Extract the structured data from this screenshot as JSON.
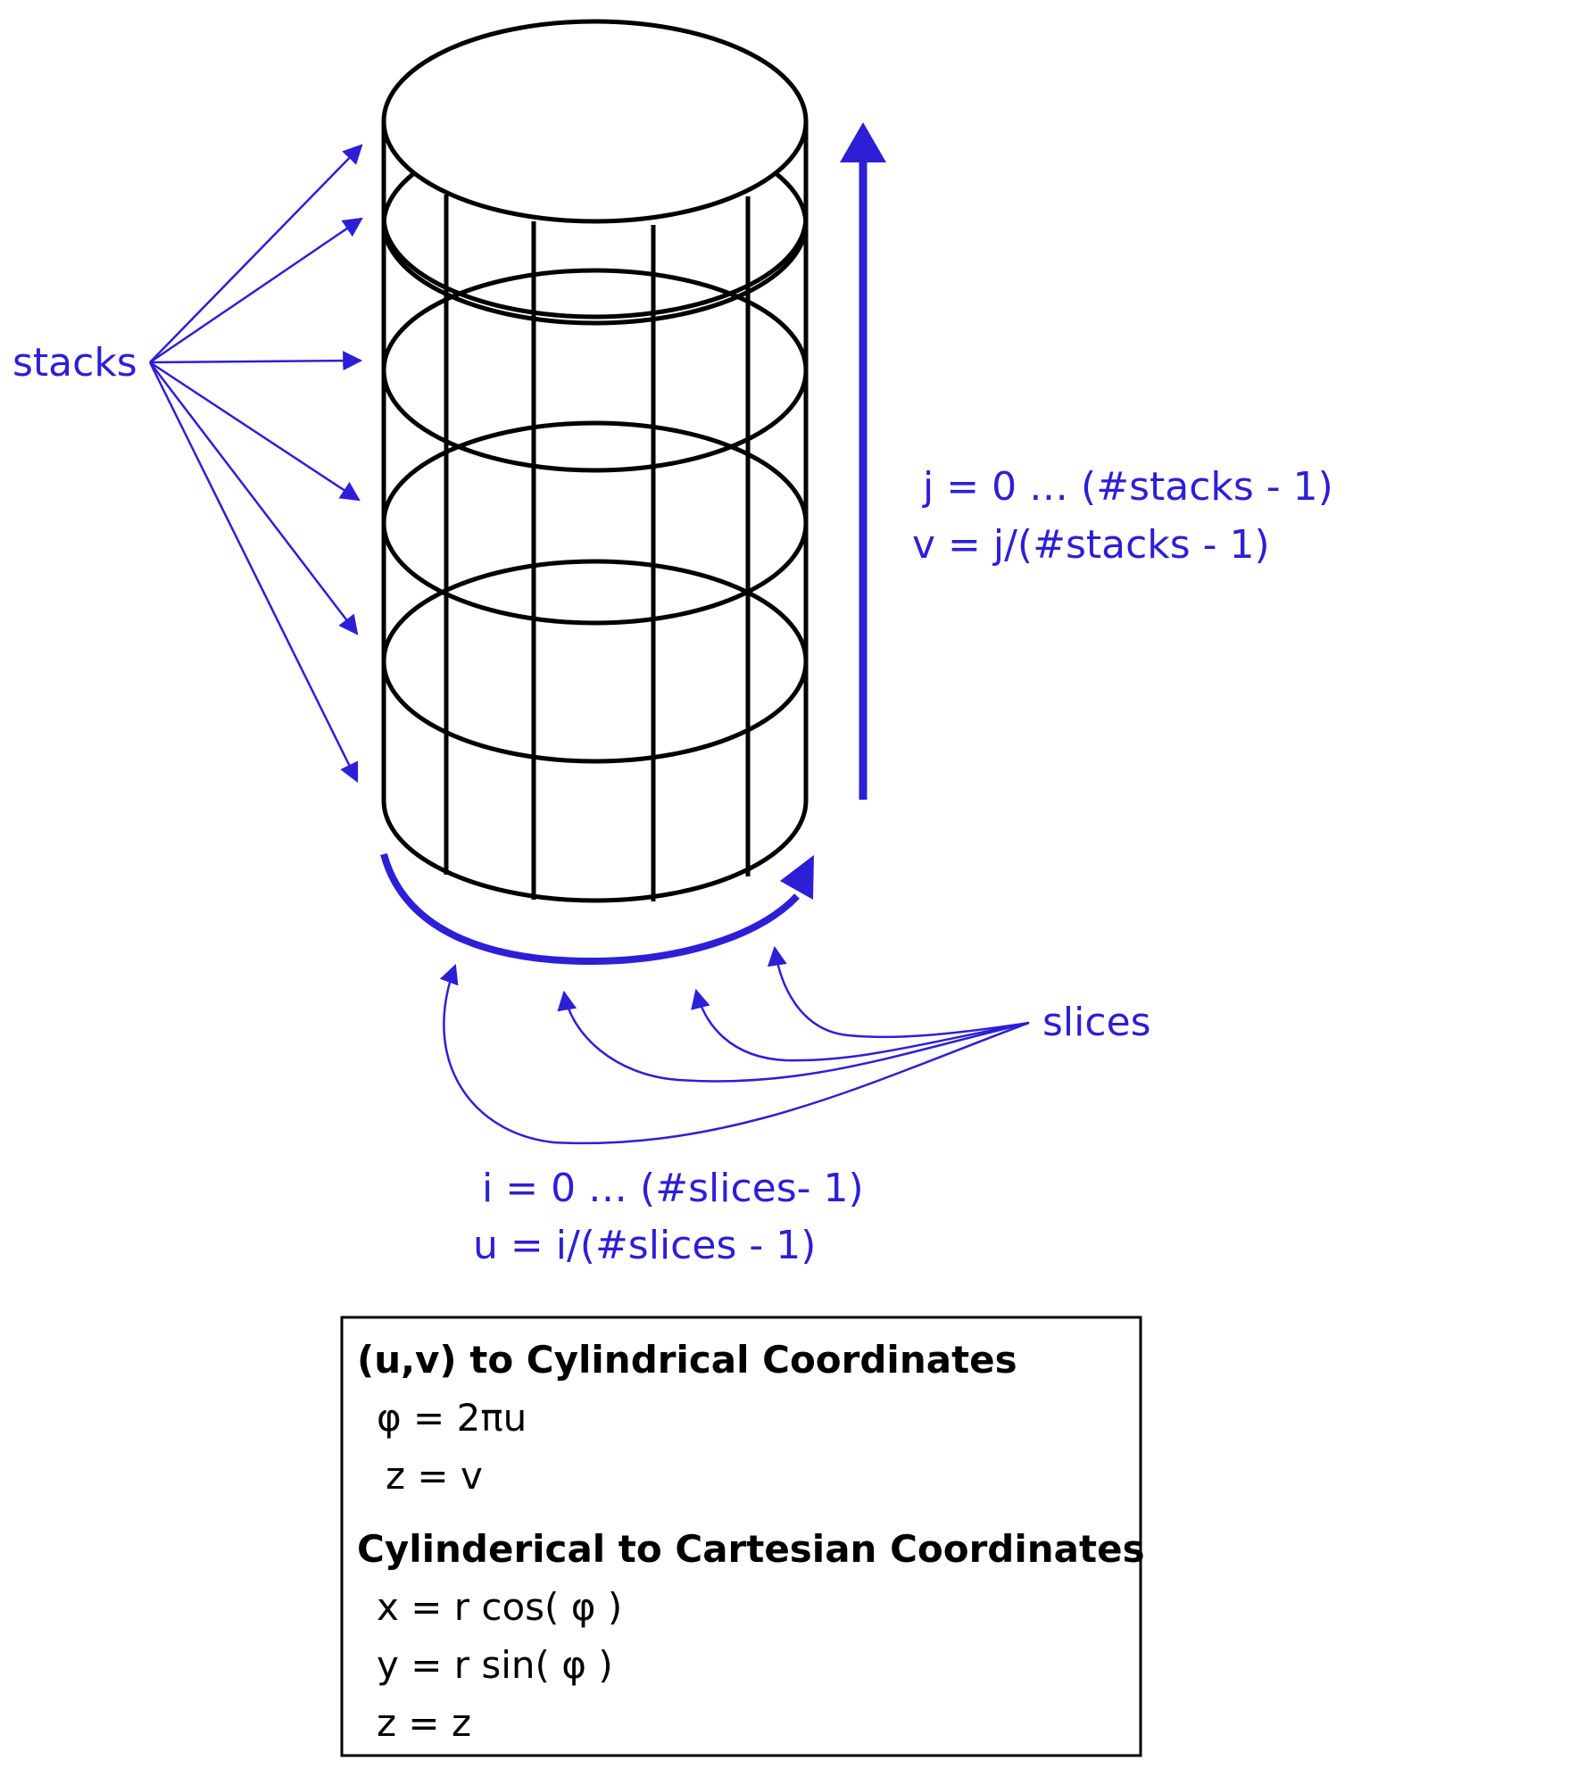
{
  "labels": {
    "stacks": "stacks",
    "slices": "slices",
    "j_range": "j = 0 … (#stacks - 1)",
    "v_formula": "v = j/(#stacks - 1)",
    "i_range": "i = 0 … (#slices- 1)",
    "u_formula": "u = i/(#slices - 1)"
  },
  "box": {
    "title1": "(u,v) to Cylindrical Coordinates",
    "lines1": [
      "φ = 2πu",
      "z = v"
    ],
    "title2": "Cylinderical to Cartesian Coordinates",
    "lines2": [
      "x = r cos( φ )",
      "y = r sin( φ )",
      "z = z"
    ]
  },
  "colors": {
    "annotation": "#2d1fd6",
    "outline": "#000000"
  }
}
